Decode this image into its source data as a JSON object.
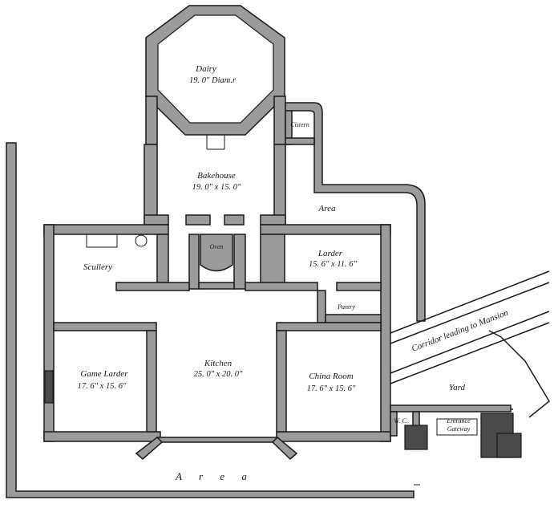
{
  "rooms": {
    "dairy": {
      "name": "Dairy",
      "dims": "19. 0\" Diam.r"
    },
    "cistern": {
      "name": "Cistern"
    },
    "bakehouse": {
      "name": "Bakehouse",
      "dims": "19. 0\" x 15. 0\""
    },
    "area_upper": {
      "name": "Area"
    },
    "oven": {
      "name": "Oven"
    },
    "larder": {
      "name": "Larder",
      "dims": "15. 6\" x 11. 6\""
    },
    "scullery": {
      "name": "Scullery"
    },
    "pantry": {
      "name": "Pantry"
    },
    "game_larder": {
      "name": "Game Larder",
      "dims": "17. 6\" x 15. 6\""
    },
    "kitchen": {
      "name": "Kitchen",
      "dims": "25. 0\" x 20. 0\""
    },
    "china_room": {
      "name": "China Room",
      "dims": "17. 6\" x 15. 6\""
    },
    "corridor": {
      "name": "Corridor leading to Mansion"
    },
    "yard": {
      "name": "Yard"
    },
    "wc": {
      "name": "W. C."
    },
    "entrance": {
      "name": "Entrance",
      "sub": "Gateway"
    },
    "area_lower": {
      "name": "A r e a"
    }
  }
}
